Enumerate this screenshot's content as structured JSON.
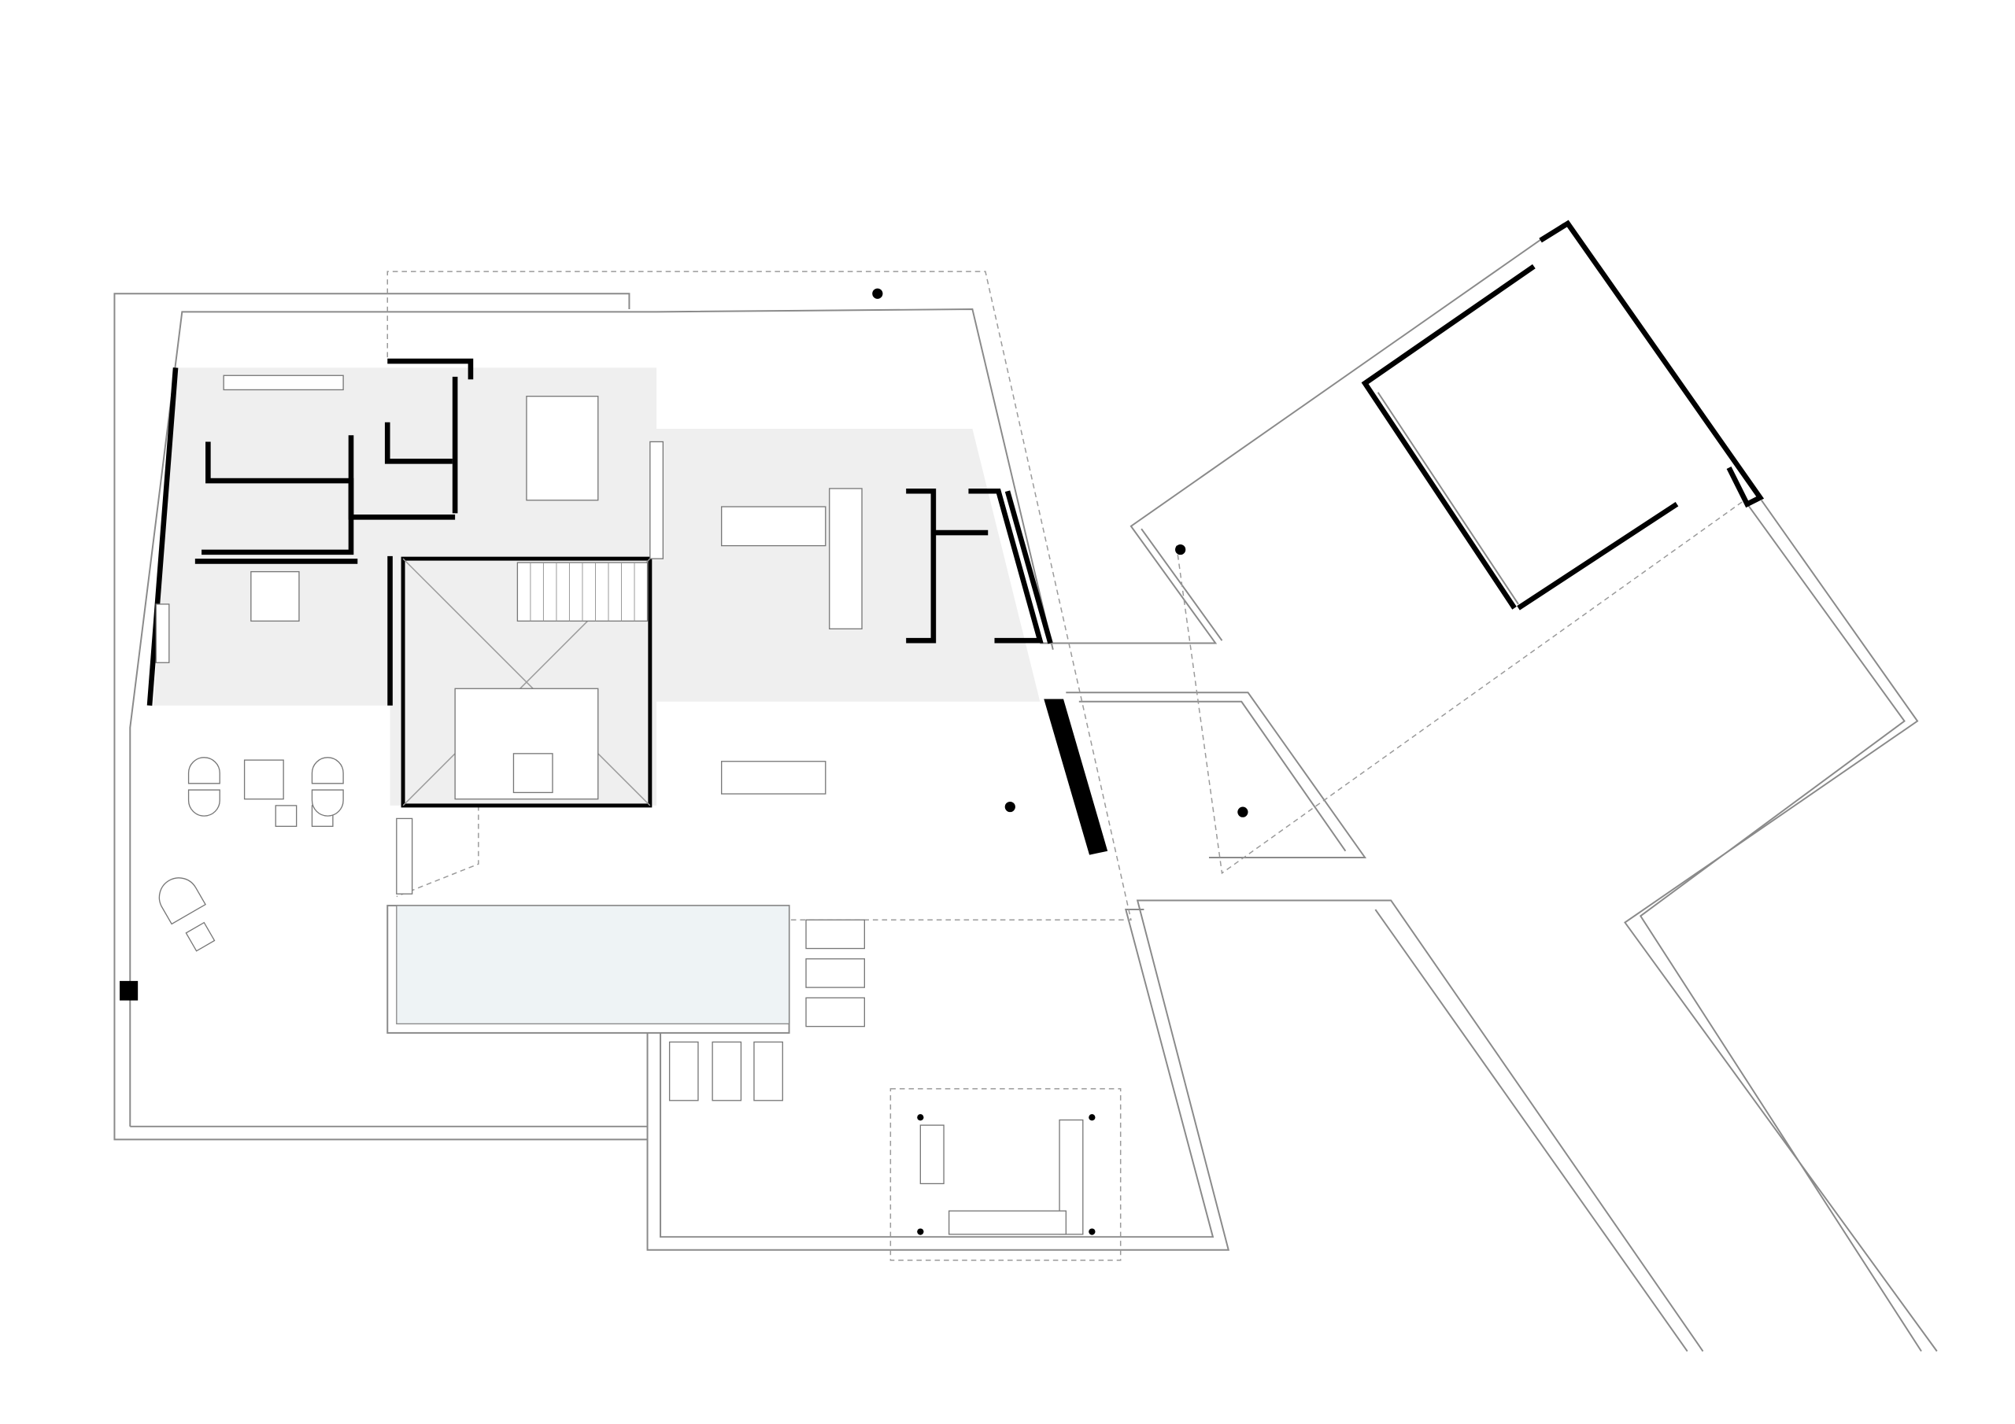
{
  "colors": {
    "background": "#ffffff",
    "interior_fill": "#efefef",
    "pool_fill": "#eef3f5",
    "wall": "#000000",
    "line": "#8a8a8a"
  },
  "plan": {
    "elements": [
      "site-boundary",
      "interior",
      "courtyard",
      "pool",
      "garage",
      "pergola",
      "columns"
    ]
  }
}
